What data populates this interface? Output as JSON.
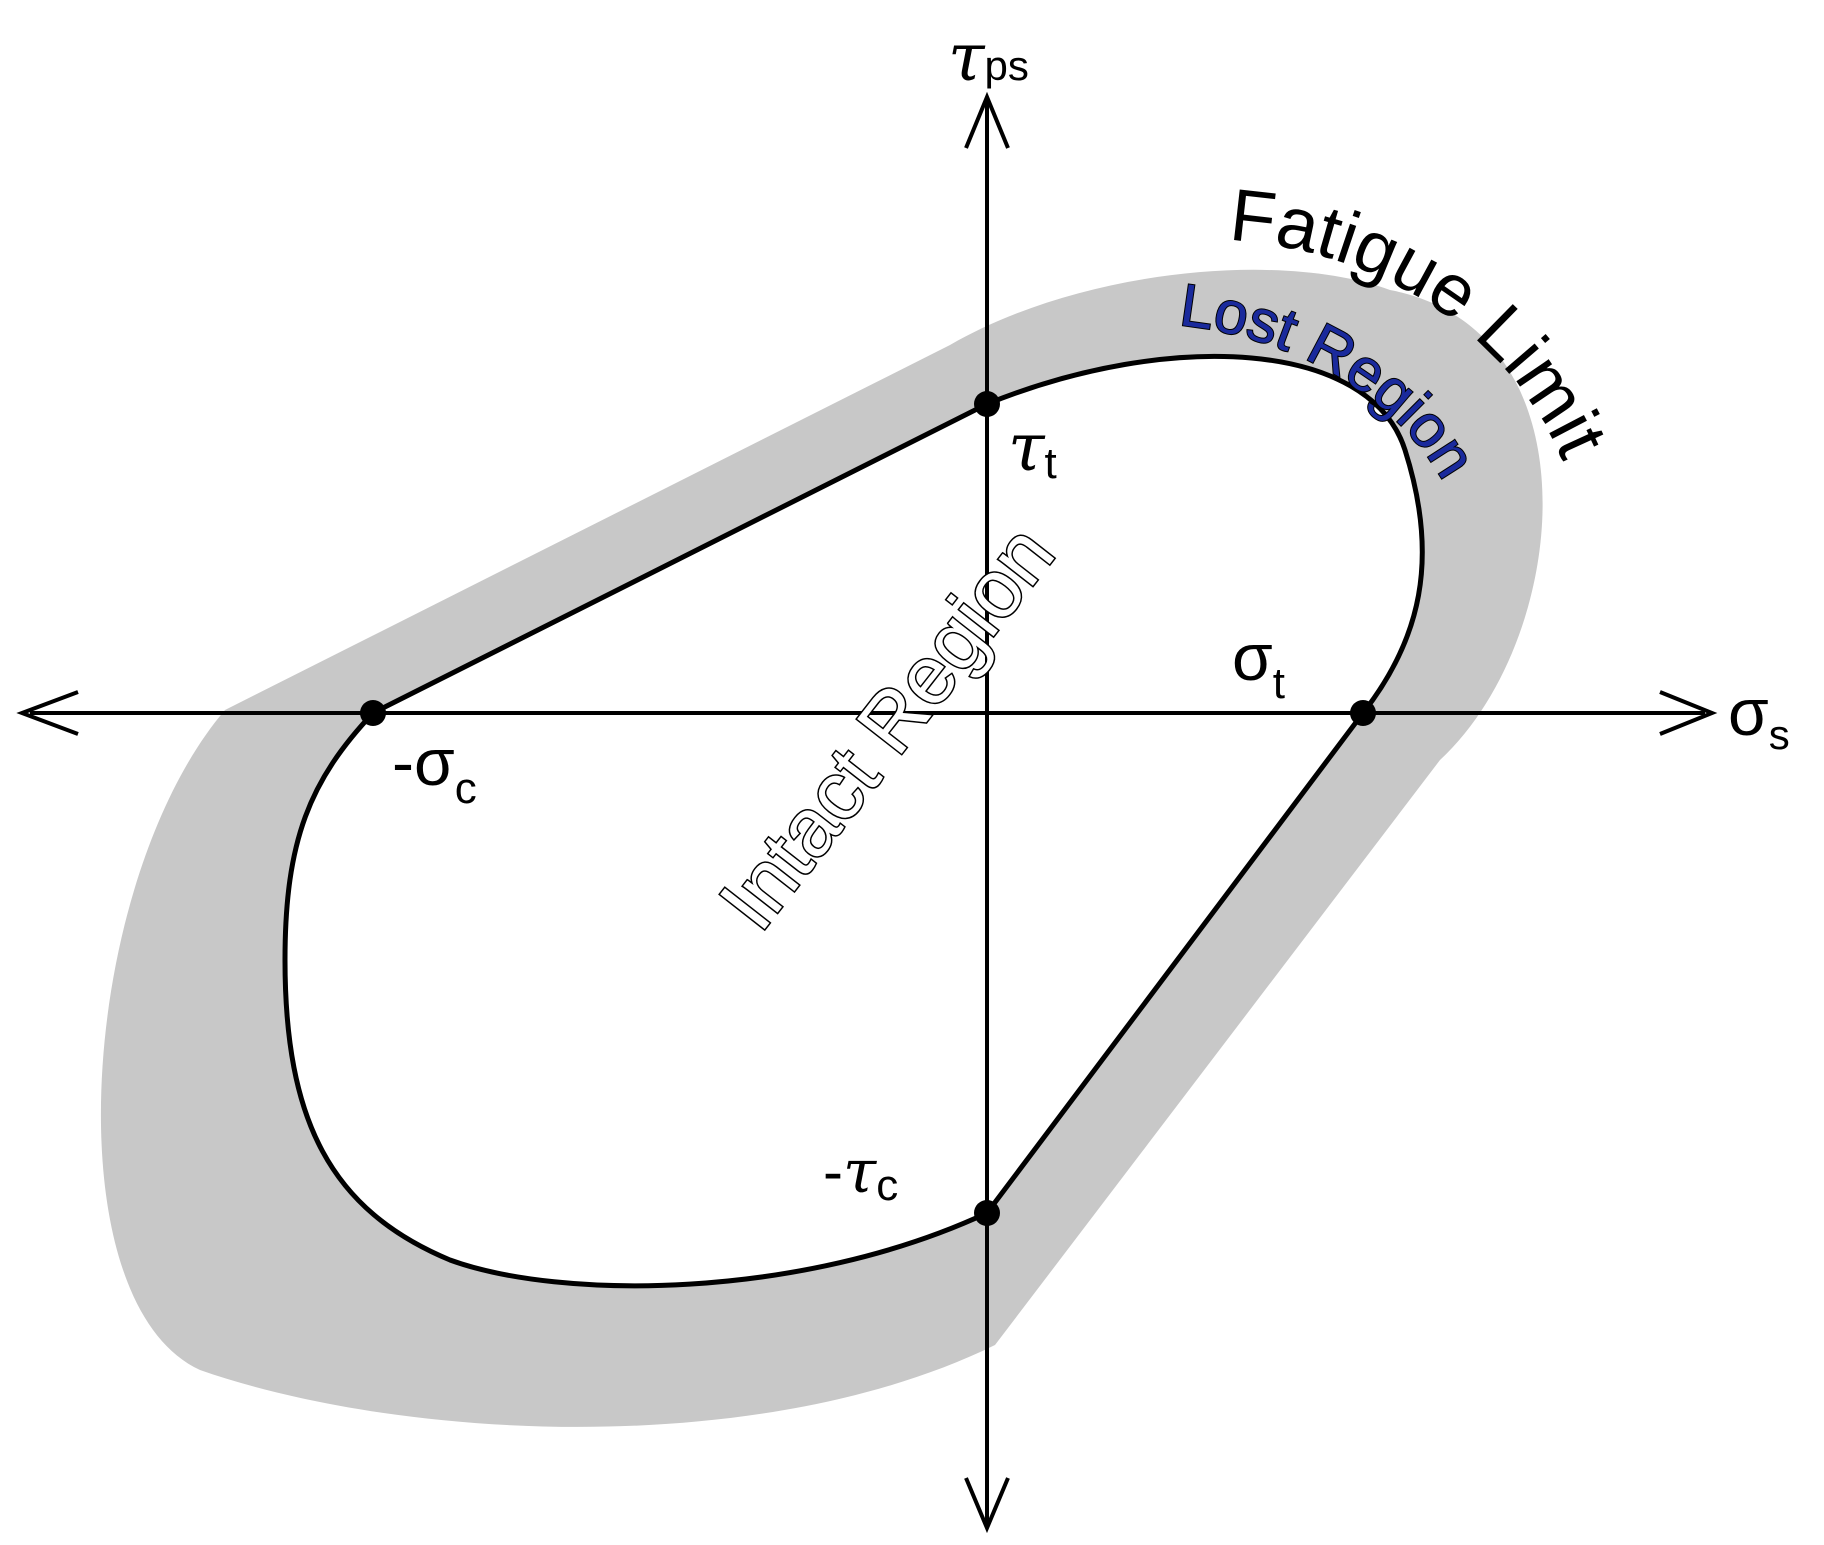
{
  "axes": {
    "x_label": "σ",
    "x_sub": "s",
    "y_label": "τ",
    "y_sub": "ps"
  },
  "points": {
    "tau_t": {
      "sym": "τ",
      "sub": "t"
    },
    "sigma_t": {
      "sym": "σ",
      "sub": "t"
    },
    "neg_sigma_c": {
      "sign": "-",
      "sym": "σ",
      "sub": "c"
    },
    "neg_tau_c": {
      "sign": "-",
      "sym": "τ",
      "sub": "c"
    }
  },
  "regions": {
    "fatigue_limit": "Fatigue Limit",
    "lost_region": "Lost Region",
    "intact_region": "Intact Region"
  },
  "colors": {
    "lost_band": "#c8c8c8",
    "lost_text": "#1a2a9c",
    "stroke": "#000000"
  }
}
